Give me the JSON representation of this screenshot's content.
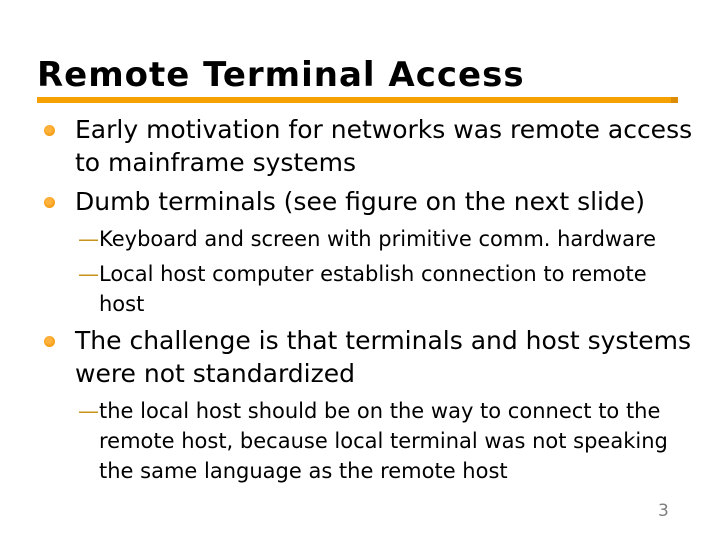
{
  "slide": {
    "title": "Remote Terminal Access",
    "page_number": "3",
    "dash_char": "—",
    "content": [
      {
        "type": "bullet",
        "lines": [
          "Early motivation for networks was remote access",
          "to mainframe systems"
        ]
      },
      {
        "type": "bullet",
        "lines": [
          "Dumb terminals (see figure on the next slide)"
        ]
      },
      {
        "type": "sub-bullet",
        "lines": [
          "Keyboard and screen with primitive comm. hardware"
        ]
      },
      {
        "type": "sub-bullet",
        "lines": [
          "Local host computer establish connection to remote",
          "host"
        ]
      },
      {
        "type": "bullet",
        "lines": [
          "The challenge is that terminals and host systems",
          "were not standardized"
        ]
      },
      {
        "type": "sub-bullet",
        "lines": [
          "the local host should be on the way to connect to the",
          "remote host, because local terminal was not speaking",
          "the same language as the remote host"
        ]
      }
    ],
    "colors": {
      "accent_orange": "#F5A104",
      "bullet_orange": "#F59C10",
      "dash_gold": "#C7941A",
      "page_number_grey": "#7E7E7E",
      "text_black": "#000000",
      "background_white": "#FFFFFF"
    }
  }
}
